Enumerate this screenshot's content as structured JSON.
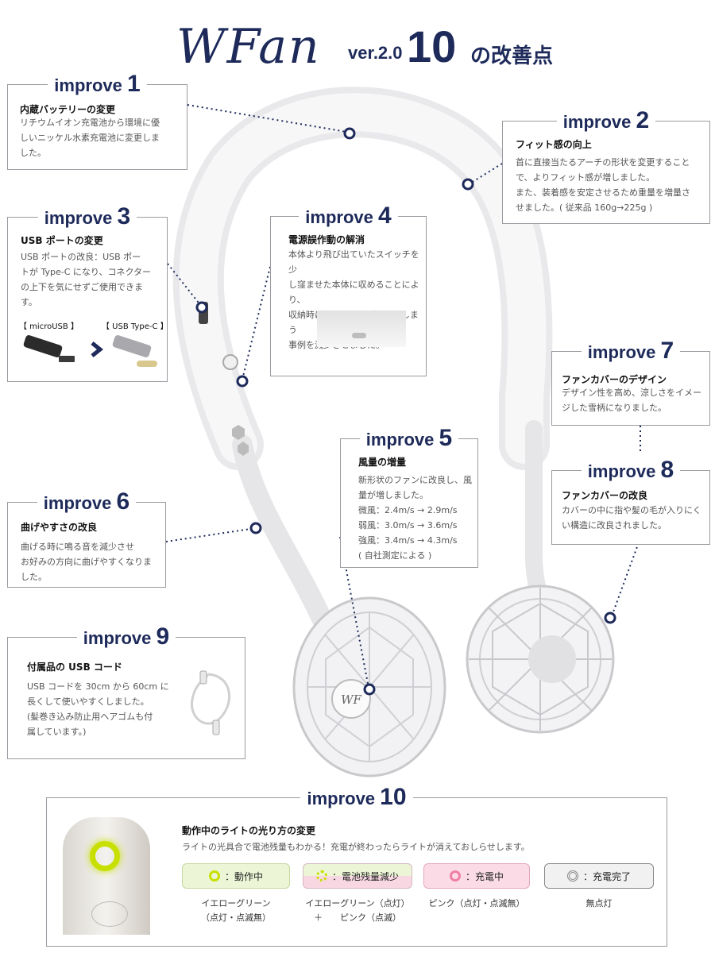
{
  "header": {
    "logo_text": "WFan",
    "version": "ver.2.0",
    "count": "10",
    "tail": "の改善点"
  },
  "improves": [
    {
      "label": "improve",
      "num": "1",
      "title": "内蔵バッテリーの変更",
      "lines": [
        "リチウムイオン充電池から環境に優",
        "しいニッケル水素充電池に変更しま",
        "した。"
      ]
    },
    {
      "label": "improve",
      "num": "2",
      "title": "フィット感の向上",
      "lines": [
        "首に直接当たるアーチの形状を変更すること",
        "で、よりフィット感が増しました。",
        "また、装着感を安定させるため重量を増量さ",
        "せました。( 従来品 160g→225g )"
      ]
    },
    {
      "label": "improve",
      "num": "3",
      "title": "USB ポートの変更",
      "lines": [
        "USB ポートの改良：USB ポー",
        "トが Type-C になり、コネクター",
        "の上下を気にせずご使用できま",
        "す。"
      ],
      "from": "【 microUSB 】",
      "to": "【 USB Type-C 】"
    },
    {
      "label": "improve",
      "num": "4",
      "title": "電源誤作動の解消",
      "lines": [
        "本体より飛び出ていたスイッチを少",
        "し窪ませた本体に収めることにより、",
        "収納時に誤って電源が入ってしまう",
        "事例を減少させました。"
      ]
    },
    {
      "label": "improve",
      "num": "5",
      "title": "風量の増量",
      "lines": [
        "新形状のファンに改良し、風",
        "量が増しました。",
        "微風：2.4m/s → 2.9m/s",
        "弱風：3.0m/s → 3.6m/s",
        "強風：3.4m/s → 4.3m/s",
        "( 自社測定による )"
      ]
    },
    {
      "label": "improve",
      "num": "6",
      "title": "曲げやすさの改良",
      "lines": [
        "曲げる時に鳴る音を減少させ",
        "お好みの方向に曲げやすくなりま",
        "した。"
      ]
    },
    {
      "label": "improve",
      "num": "7",
      "title": "ファンカバーのデザイン",
      "lines": [
        "デザイン性を高め、涼しさをイメー",
        "ジした雪柄になりました。"
      ]
    },
    {
      "label": "improve",
      "num": "8",
      "title": "ファンカバーの改良",
      "lines": [
        "カバーの中に指や髪の毛が入りにく",
        "い構造に改良されました。"
      ]
    },
    {
      "label": "improve",
      "num": "9",
      "title": "付属品の USB コード",
      "lines": [
        "USB コードを 30cm から 60cm に",
        "長くして使いやすくしました。",
        "(髪巻き込み防止用ヘアゴムも付",
        "属しています。)"
      ]
    },
    {
      "label": "improve",
      "num": "10",
      "title": "動作中のライトの光り方の変更",
      "lines": [
        "ライトの光具合で電池残量もわかる！充電が終わったらライトが消えておしらせします。"
      ]
    }
  ],
  "states": [
    {
      "label": "：動作中",
      "caption": [
        "イエローグリーン",
        "（点灯・点滅無）"
      ]
    },
    {
      "label": "：電池残量減少",
      "caption": [
        "イエローグリーン（点灯）",
        "＋　　ピンク（点滅）"
      ]
    },
    {
      "label": "：充電中",
      "caption": [
        "ピンク（点灯・点滅無）"
      ]
    },
    {
      "label": "：充電完了",
      "caption": [
        "無点灯"
      ]
    }
  ],
  "colors": {
    "navy": "#1d2a5a",
    "yellow_green": "#c7e000",
    "pink": "#ee7fa6",
    "gray": "#888888"
  }
}
